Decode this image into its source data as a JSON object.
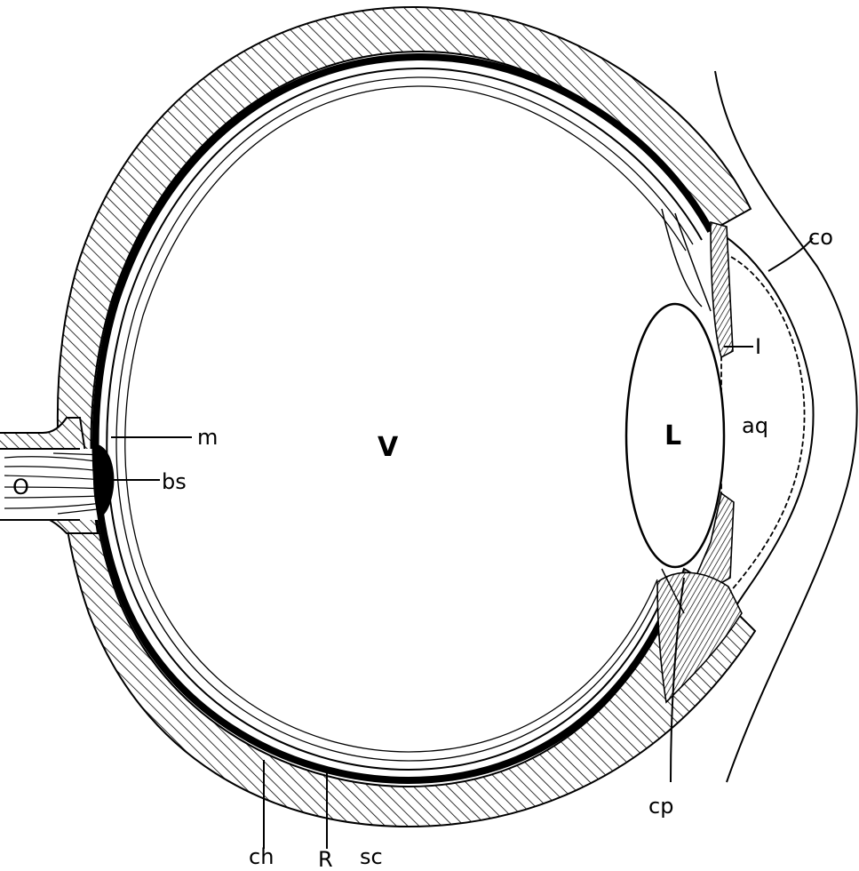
{
  "figure": {
    "labels": {
      "optic_nerve": "O",
      "vitreous": "V",
      "lens": "L",
      "cornea": "co",
      "iris": "I",
      "aqueous": "aq",
      "macula": "m",
      "blind_spot": "bs",
      "ciliary_process": "cp",
      "choroid": "ch",
      "retina": "R",
      "sclera": "sc"
    }
  },
  "colors": {
    "ink": "#000000",
    "paper": "#ffffff"
  }
}
